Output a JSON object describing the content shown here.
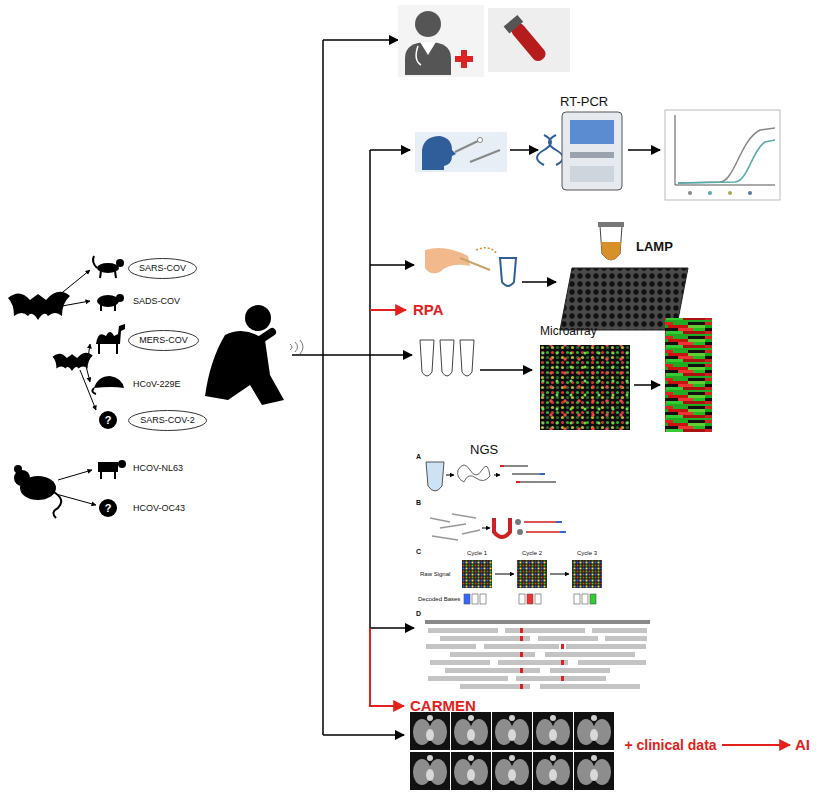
{
  "diagram": {
    "nodes": [
      {
        "text": [
          "SARS-COV"
        ]
      },
      {
        "text": [
          "MERS-COV"
        ]
      },
      {
        "text": [
          "SARS-COV-2"
        ]
      },
      {
        "text": [
          "+ clinical data"
        ]
      },
      {
        "text": [
          "AI"
        ]
      }
    ],
    "edges": [
      {
        "from": 3,
        "to": 4,
        "arrow": "to"
      }
    ],
    "labels": [
      "SADS-COV",
      "HCoV-229E",
      "?",
      "HCOV-NL63",
      "?",
      "HCOV-OC43",
      "RT-PCR",
      "LAMP",
      "RPA",
      "Microarray",
      "NGS",
      "A",
      "B",
      "C",
      "Cycle 1",
      "Cycle 2",
      "Cycle 3",
      "Raw Signal",
      "Decoded Bases",
      "D",
      "CARMEN"
    ]
  }
}
